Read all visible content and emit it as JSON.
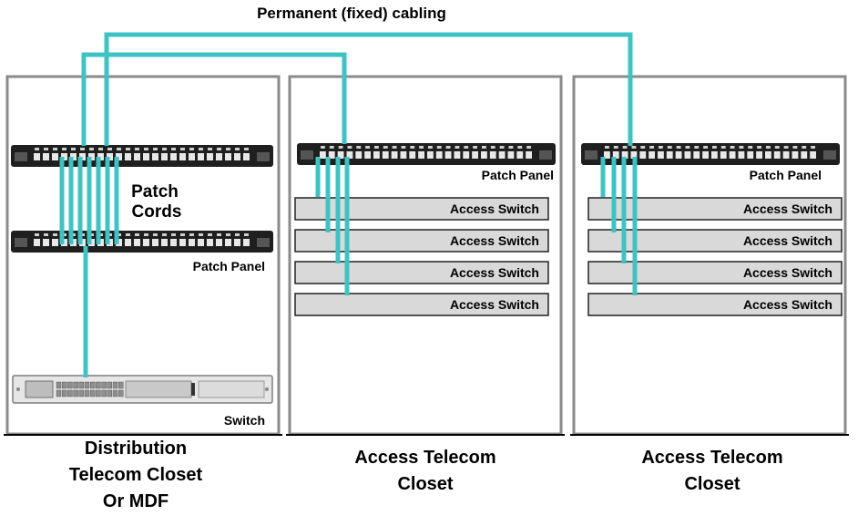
{
  "title": "Permanent (fixed) cabling",
  "cable_color": "#3cc4c4",
  "rack_border_color": "#8a8a8a",
  "switch_fill_color": "#d9d9d9",
  "closets": [
    {
      "caption": [
        "Distribution",
        "Telecom Closet",
        "Or MDF"
      ],
      "patch_cords_label": [
        "Patch",
        "Cords"
      ],
      "patch_panel_label": "Patch Panel",
      "switch_label": "Switch"
    },
    {
      "caption": [
        "Access Telecom",
        "Closet"
      ],
      "patch_panel_label": "Patch Panel",
      "access_switches": [
        "Access Switch",
        "Access Switch",
        "Access Switch",
        "Access Switch"
      ]
    },
    {
      "caption": [
        "Access Telecom",
        "Closet"
      ],
      "patch_panel_label": "Patch Panel",
      "access_switches": [
        "Access Switch",
        "Access Switch",
        "Access Switch",
        "Access Switch"
      ]
    }
  ]
}
